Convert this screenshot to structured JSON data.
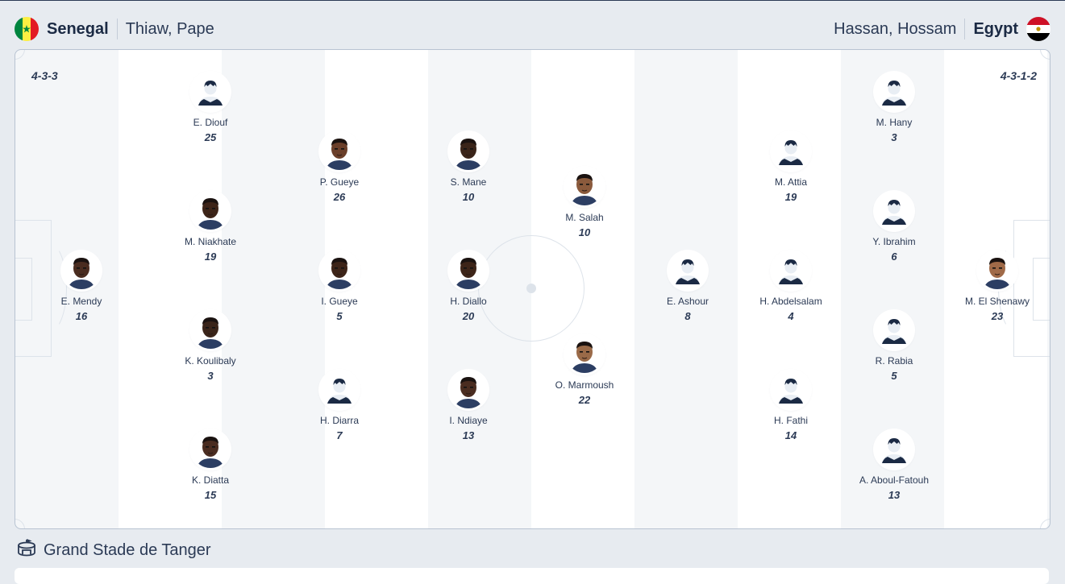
{
  "home": {
    "name": "Senegal",
    "coach": "Thiaw, Pape",
    "formation": "4-3-3",
    "flag_colors": [
      "#00853f",
      "#fdef42",
      "#e31b23"
    ],
    "players": [
      {
        "name": "E. Mendy",
        "number": "16",
        "col": 0,
        "row": 3,
        "photo": true,
        "skin": "#4a2c20"
      },
      {
        "name": "E. Diouf",
        "number": "25",
        "col": 1,
        "row": 0,
        "photo": false
      },
      {
        "name": "M. Niakhate",
        "number": "19",
        "col": 1,
        "row": 2,
        "photo": true,
        "skin": "#3d2418"
      },
      {
        "name": "K. Koulibaly",
        "number": "3",
        "col": 1,
        "row": 4,
        "photo": true,
        "skin": "#3a2419"
      },
      {
        "name": "K. Diatta",
        "number": "15",
        "col": 1,
        "row": 6,
        "photo": true,
        "skin": "#4a2c20"
      },
      {
        "name": "P. Gueye",
        "number": "26",
        "col": 2,
        "row": 1,
        "photo": true,
        "skin": "#6b3f2a"
      },
      {
        "name": "I. Gueye",
        "number": "5",
        "col": 2,
        "row": 3,
        "photo": true,
        "skin": "#3d2418"
      },
      {
        "name": "H. Diarra",
        "number": "7",
        "col": 2,
        "row": 5,
        "photo": false
      },
      {
        "name": "S. Mane",
        "number": "10",
        "col": 3,
        "row": 1,
        "photo": true,
        "skin": "#3a2419"
      },
      {
        "name": "H. Diallo",
        "number": "20",
        "col": 3,
        "row": 3,
        "photo": true,
        "skin": "#3d2418"
      },
      {
        "name": "I. Ndiaye",
        "number": "13",
        "col": 3,
        "row": 5,
        "photo": true,
        "skin": "#4a2c20"
      }
    ]
  },
  "away": {
    "name": "Egypt",
    "coach": "Hassan, Hossam",
    "formation": "4-3-1-2",
    "flag_colors": [
      "#ce1126",
      "#ffffff",
      "#000000"
    ],
    "players": [
      {
        "name": "M. Salah",
        "number": "10",
        "col": 4,
        "row": 1.6,
        "photo": true,
        "skin": "#8a5a3c"
      },
      {
        "name": "O. Marmoush",
        "number": "22",
        "col": 4,
        "row": 4.4,
        "photo": true,
        "skin": "#9a6a48"
      },
      {
        "name": "E. Ashour",
        "number": "8",
        "col": 5,
        "row": 3,
        "photo": false
      },
      {
        "name": "M. Attia",
        "number": "19",
        "col": 6,
        "row": 1,
        "photo": false
      },
      {
        "name": "H. Abdelsalam",
        "number": "4",
        "col": 6,
        "row": 3,
        "photo": false
      },
      {
        "name": "H. Fathi",
        "number": "14",
        "col": 6,
        "row": 5,
        "photo": false
      },
      {
        "name": "M. Hany",
        "number": "3",
        "col": 7,
        "row": 0,
        "photo": false
      },
      {
        "name": "Y. Ibrahim",
        "number": "6",
        "col": 7,
        "row": 2,
        "photo": false
      },
      {
        "name": "R. Rabia",
        "number": "5",
        "col": 7,
        "row": 4,
        "photo": false
      },
      {
        "name": "A. Aboul-Fatouh",
        "number": "13",
        "col": 7,
        "row": 6,
        "photo": false
      },
      {
        "name": "M. El Shenawy",
        "number": "23",
        "col": 8,
        "row": 3,
        "photo": true,
        "skin": "#a06a48"
      }
    ]
  },
  "venue": {
    "name": "Grand Stade de Tanger",
    "icon": "stadium-icon"
  },
  "colors": {
    "accent": "#1b2a44",
    "pitch_light": "#f4f6f8",
    "pitch_white": "#ffffff"
  }
}
